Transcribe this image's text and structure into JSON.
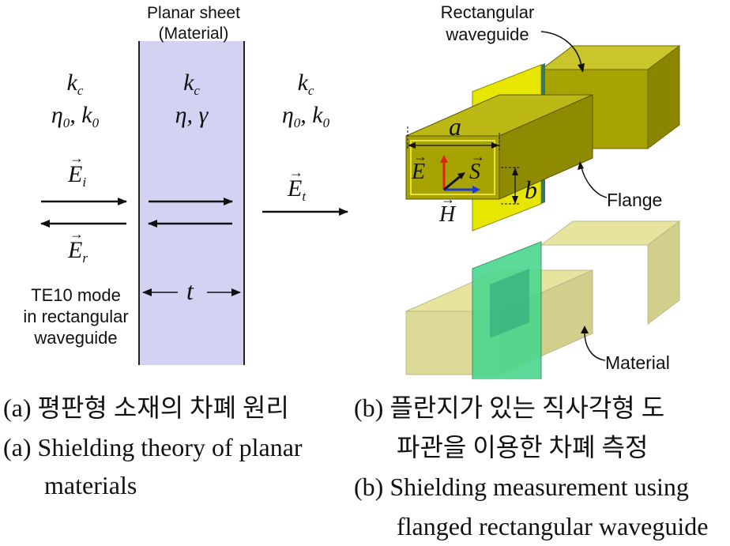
{
  "left_panel": {
    "sheet_label_line1": "Planar sheet",
    "sheet_label_line2": "(Material)",
    "region_left": {
      "k": "k",
      "k_sub": "c",
      "eta": "η",
      "eta_sub": "0",
      "k0": "k",
      "k0_sub": "0"
    },
    "region_sheet": {
      "k": "k",
      "k_sub": "c",
      "params": "η, γ"
    },
    "region_right": {
      "k": "k",
      "k_sub": "c",
      "eta": "η",
      "eta_sub": "0",
      "k0": "k",
      "k0_sub": "0"
    },
    "field_incident": "E",
    "field_incident_sub": "i",
    "field_reflected": "E",
    "field_reflected_sub": "r",
    "field_transmitted": "E",
    "field_transmitted_sub": "t",
    "thickness_label": "t",
    "mode_label_line1": "TE10 mode",
    "mode_label_line2": "in rectangular",
    "mode_label_line3": "waveguide"
  },
  "right_panel": {
    "waveguide_label_line1": "Rectangular",
    "waveguide_label_line2": "waveguide",
    "dim_a": "a",
    "dim_b": "b",
    "vec_E": "E",
    "vec_S": "S",
    "vec_H": "H",
    "flange_label": "Flange",
    "material_label": "Material"
  },
  "captions": {
    "a_korean": "(a) 평판형 소재의 차폐 원리",
    "a_english_line1": "(a) Shielding theory of planar",
    "a_english_line2": "materials",
    "b_korean_line1": "(b) 플란지가 있는 직사각형 도",
    "b_korean_line2": "파관을 이용한 차폐 측정",
    "b_english_line1": "(b) Shielding measurement using",
    "b_english_line2": "flanged rectangular waveguide"
  },
  "colors": {
    "sheet_fill": "#d3d2f3",
    "waveguide_olive": "#a7a302",
    "flange_yellow": "#e6e600",
    "material_green": "#4cd68e",
    "e_vector": "#e0201a",
    "h_vector": "#1f3ccf"
  }
}
